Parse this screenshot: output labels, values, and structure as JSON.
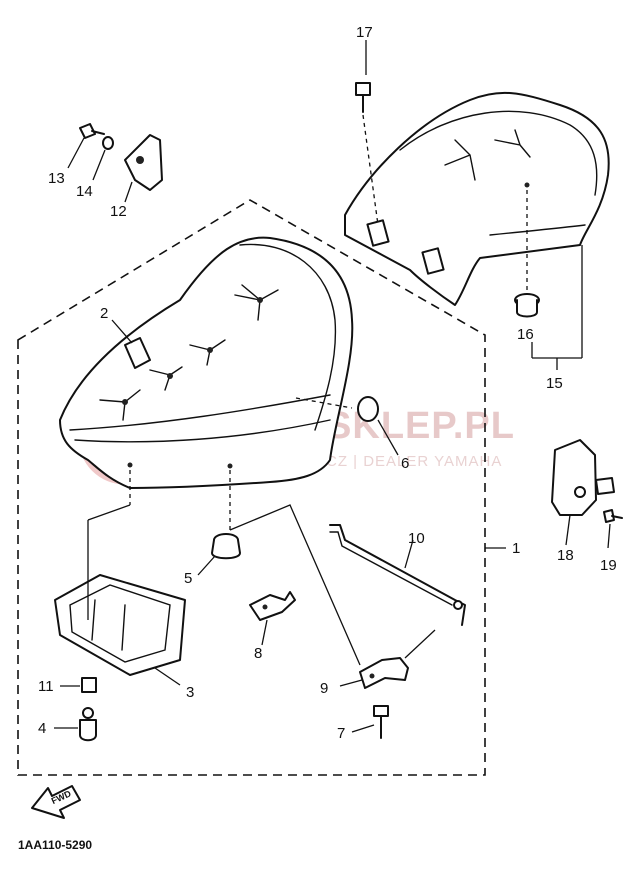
{
  "diagram": {
    "code": "1AA110-5290",
    "fwd_label": "FWD",
    "watermark": {
      "main": "YAMA-SKLEP.PL",
      "sub": "WOJCIECHOWICZ | DEALER YAMAHA"
    },
    "callouts": [
      {
        "id": "c1",
        "label": "1"
      },
      {
        "id": "c2",
        "label": "2"
      },
      {
        "id": "c3",
        "label": "3"
      },
      {
        "id": "c4",
        "label": "4"
      },
      {
        "id": "c5",
        "label": "5"
      },
      {
        "id": "c6",
        "label": "6"
      },
      {
        "id": "c7",
        "label": "7"
      },
      {
        "id": "c8",
        "label": "8"
      },
      {
        "id": "c9",
        "label": "9"
      },
      {
        "id": "c10",
        "label": "10"
      },
      {
        "id": "c11",
        "label": "11"
      },
      {
        "id": "c12",
        "label": "12"
      },
      {
        "id": "c13",
        "label": "13"
      },
      {
        "id": "c14",
        "label": "14"
      },
      {
        "id": "c15",
        "label": "15"
      },
      {
        "id": "c16",
        "label": "16"
      },
      {
        "id": "c17",
        "label": "17"
      },
      {
        "id": "c18",
        "label": "18"
      },
      {
        "id": "c19",
        "label": "19"
      }
    ]
  }
}
